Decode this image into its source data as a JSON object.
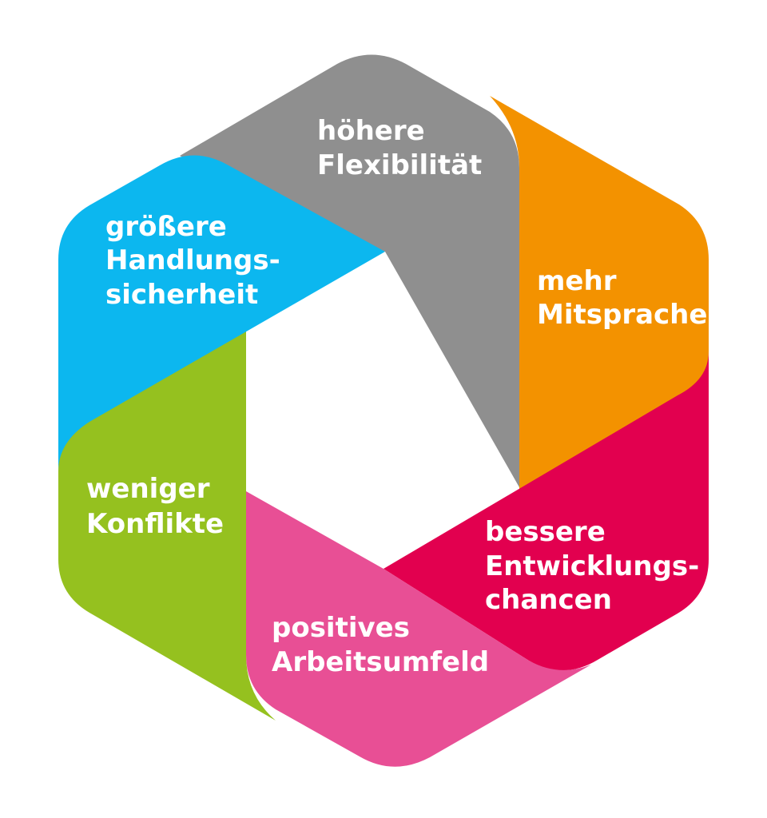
{
  "segments": [
    {
      "id": "gray",
      "color": "#8f8f8f",
      "lines": [
        "höhere",
        "Flexibilität"
      ]
    },
    {
      "id": "orange",
      "color": "#f39200",
      "lines": [
        "mehr",
        "Mitsprache"
      ]
    },
    {
      "id": "red",
      "color": "#e2004f",
      "lines": [
        "bessere",
        "Entwicklungs-",
        "chancen"
      ]
    },
    {
      "id": "pink",
      "color": "#e84f95",
      "lines": [
        "positives",
        "Arbeitsumfeld"
      ]
    },
    {
      "id": "green",
      "color": "#95c11f",
      "lines": [
        "weniger",
        "Konflikte"
      ]
    },
    {
      "id": "blue",
      "color": "#0cb7ef",
      "lines": [
        "größere",
        "Handlungs-",
        "sicherheit"
      ]
    }
  ]
}
